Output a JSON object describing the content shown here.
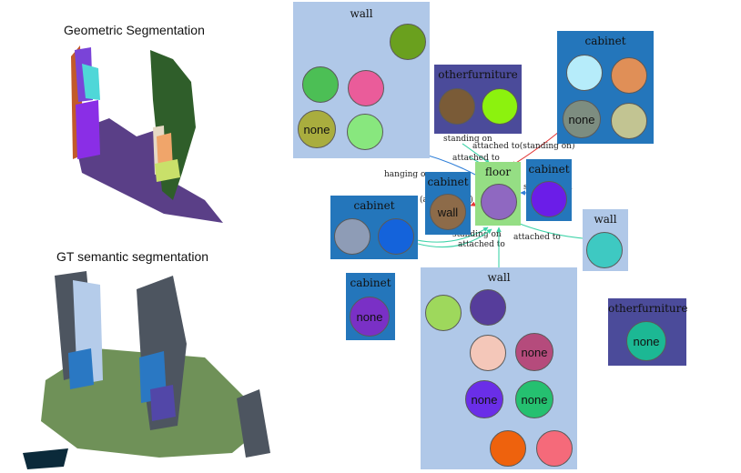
{
  "titles": {
    "geometric": "Geometric Segmentation",
    "gt_semantic": "GT  semantic segmentation"
  },
  "graph": {
    "nodes": [
      {
        "label": "wall",
        "fill": "#b0c8e8",
        "circles": [
          {
            "color": "#6aa01e",
            "text": ""
          },
          {
            "color": "#4cbf55",
            "text": ""
          },
          {
            "color": "#ea5c9a",
            "text": ""
          },
          {
            "color": "#a9ad3e",
            "text": "none"
          },
          {
            "color": "#88e77e",
            "text": ""
          }
        ]
      },
      {
        "label": "otherfurniture",
        "fill": "#4b4b9a",
        "circles": [
          {
            "color": "#7a5b37",
            "text": ""
          },
          {
            "color": "#8cf20e",
            "text": ""
          }
        ]
      },
      {
        "label": "cabinet",
        "fill": "#2476bb",
        "circles": [
          {
            "color": "#b6ecfa",
            "text": ""
          },
          {
            "color": "#e08f57",
            "text": ""
          },
          {
            "color": "#7d8d80",
            "text": "none"
          },
          {
            "color": "#c2c492",
            "text": ""
          }
        ]
      },
      {
        "label": "floor",
        "fill": "#95de84",
        "circles": [
          {
            "color": "#8f68c1",
            "text": ""
          }
        ]
      },
      {
        "label": "cabinet",
        "fill": "#2476bb",
        "circles": [
          {
            "color": "#8d6b49",
            "text": "wall"
          }
        ]
      },
      {
        "label": "cabinet",
        "fill": "#2476bb",
        "circles": [
          {
            "color": "#6b1de8",
            "text": ""
          }
        ]
      },
      {
        "label": "cabinet",
        "fill": "#2476bb",
        "circles": [
          {
            "color": "#8e9cb6",
            "text": ""
          },
          {
            "color": "#1463db",
            "text": ""
          }
        ]
      },
      {
        "label": "wall",
        "fill": "#b0c8e8",
        "circles": [
          {
            "color": "#3ec9c2",
            "text": ""
          }
        ]
      },
      {
        "label": "cabinet",
        "fill": "#2476bb",
        "circles": [
          {
            "color": "#7a30c6",
            "text": "none"
          }
        ]
      },
      {
        "label": "wall",
        "fill": "#b0c8e8",
        "circles": [
          {
            "color": "#9ed85c",
            "text": ""
          },
          {
            "color": "#563d9b",
            "text": ""
          },
          {
            "color": "#f4c7b9",
            "text": ""
          },
          {
            "color": "#b54b7c",
            "text": "none"
          },
          {
            "color": "#6a2ee8",
            "text": "none"
          },
          {
            "color": "#25c070",
            "text": "none"
          },
          {
            "color": "#ee620d",
            "text": ""
          },
          {
            "color": "#f56a7a",
            "text": ""
          }
        ]
      },
      {
        "label": "otherfurniture",
        "fill": "#4b4b9a",
        "circles": [
          {
            "color": "#1cb894",
            "text": "none"
          }
        ]
      }
    ],
    "edges": [
      {
        "label": "hanging on",
        "color": "#2f7fd8"
      },
      {
        "label": "standing on",
        "color": "#3ed3a8"
      },
      {
        "label": "attached to",
        "color": "#3ed3a8"
      },
      {
        "label": "attached to(standing on)",
        "color": "#e23a3a"
      },
      {
        "label": "standing on",
        "color": "#2f7fd8"
      },
      {
        "label": "(attached to)",
        "color": "#e23a3a"
      },
      {
        "label": "standing on",
        "color": "#3ed3a8"
      },
      {
        "label": "attached to",
        "color": "#3ed3a8"
      },
      {
        "label": "attached to",
        "color": "#3ed3a8"
      },
      {
        "label": "",
        "color": "#3ed3a8"
      }
    ]
  }
}
